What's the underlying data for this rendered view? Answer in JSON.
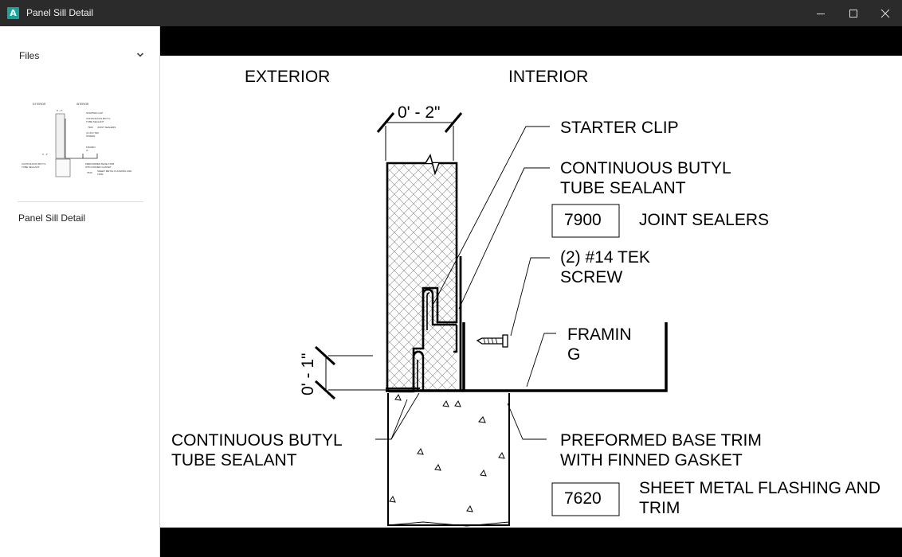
{
  "window": {
    "title": "Panel Sill Detail",
    "app_icon": "A"
  },
  "sidebar": {
    "files_label": "Files",
    "sheets": [
      {
        "label": "Panel Sill Detail"
      }
    ]
  },
  "drawing": {
    "exterior_label": "EXTERIOR",
    "interior_label": "INTERIOR",
    "dim_top": "0' - 2\"",
    "dim_side": "0' - 1\"",
    "callout_starter_clip": "STARTER CLIP",
    "callout_butyl_1_line1": "CONTINUOUS BUTYL",
    "callout_butyl_1_line2": "TUBE SEALANT",
    "keynote_1_number": "7900",
    "keynote_1_text": "JOINT SEALERS",
    "callout_screw_line1": "(2) #14 TEK",
    "callout_screw_line2": "SCREW",
    "callout_framing_line1": "FRAMIN",
    "callout_framing_line2": "G",
    "callout_butyl_2_line1": "CONTINUOUS BUTYL",
    "callout_butyl_2_line2": "TUBE SEALANT",
    "callout_base_trim_line1": "PREFORMED BASE TRIM",
    "callout_base_trim_line2": "WITH FINNED GASKET",
    "keynote_2_number": "7620",
    "keynote_2_text_line1": "SHEET METAL FLASHING AND",
    "keynote_2_text_line2": "TRIM"
  },
  "thumbnail": {
    "exterior": "EXTERIOR",
    "interior": "INTERIOR",
    "dim_top": "0' - 2\"",
    "starter_clip": "STARTER CLIP",
    "butyl_1a": "CONTINUOUS BUTYL",
    "butyl_1b": "TUBE SEALANT",
    "key1": "7900",
    "key1_text": "JOINT SEALERS",
    "screw_a": "(2) #14 TEK",
    "screw_b": "SCREW",
    "framing_a": "FRAMIN",
    "framing_b": "G",
    "dim_side": "0' - 1\"",
    "butyl_2a": "CONTINUOUS BUTYL",
    "butyl_2b": "TUBE SEALANT",
    "trim_a": "PREFORMED BASE TRIM",
    "trim_b": "WITH FINNED GASKET",
    "key2": "7620",
    "key2_a": "SHEET METAL FLASHING AND",
    "key2_b": "TRIM"
  }
}
